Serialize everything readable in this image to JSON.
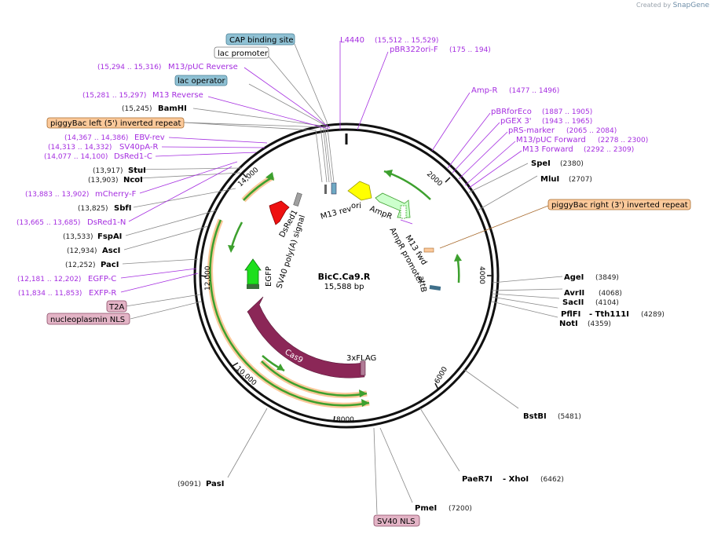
{
  "credit": {
    "prefix": "Created by",
    "brand": "SnapGene"
  },
  "plasmid": {
    "name": "BicC.Ca9.R",
    "length": "15,588 bp"
  },
  "ticks": [
    "2000",
    "4000",
    "6000",
    "8000",
    "10,000",
    "12,000",
    "14,000"
  ],
  "top_labels": {
    "l4440": "L4440",
    "l4440_pos": "(15,512 .. 15,529)",
    "pbr": "pBR322ori-F",
    "pbr_pos": "(175 .. 194)"
  },
  "left_labels": {
    "cap": "CAP binding site",
    "lacp": "lac promoter",
    "m13puc_rev": "M13/pUC Reverse",
    "m13puc_rev_pos": "(15,294 .. 15,316)",
    "lacop": "lac operator",
    "m13rev": "M13 Reverse",
    "m13rev_pos": "(15,281 .. 15,297)",
    "bamhi": "BamHI",
    "bamhi_pos": "(15,245)",
    "pbleft": "piggyBac left (5') inverted repeat",
    "ebv": "EBV-rev",
    "ebv_pos": "(14,367 .. 14,386)",
    "sv40pa": "SV40pA-R",
    "sv40pa_pos": "(14,313 .. 14,332)",
    "dsredc": "DsRed1-C",
    "dsredc_pos": "(14,077 .. 14,100)",
    "stui": "StuI",
    "stui_pos": "(13,917)",
    "ncoi": "NcoI",
    "ncoi_pos": "(13,903)",
    "mcherry": "mCherry-F",
    "mcherry_pos": "(13,883 .. 13,902)",
    "sbfi": "SbfI",
    "sbfi_pos": "(13,825)",
    "dsredn": "DsRed1-N",
    "dsredn_pos": "(13,665 .. 13,685)",
    "fspai": "FspAI",
    "fspai_pos": "(13,533)",
    "asci": "AscI",
    "asci_pos": "(12,934)",
    "paci": "PacI",
    "paci_pos": "(12,252)",
    "egfpc": "EGFP-C",
    "egfpc_pos": "(12,181 .. 12,202)",
    "exfpr": "EXFP-R",
    "exfpr_pos": "(11,834 .. 11,853)",
    "t2a": "T2A",
    "nls": "nucleoplasmin NLS",
    "pasi": "PasI",
    "pasi_pos": "(9091)"
  },
  "right_labels": {
    "ampr": "Amp-R",
    "ampr_pos": "(1477 .. 1496)",
    "pbrfor": "pBRforEco",
    "pbrfor_pos": "(1887 .. 1905)",
    "pgex": "pGEX 3'",
    "pgex_pos": "(1943 .. 1965)",
    "prs": "pRS-marker",
    "prs_pos": "(2065 .. 2084)",
    "m13pucf": "M13/pUC Forward",
    "m13pucf_pos": "(2278 .. 2300)",
    "m13f": "M13 Forward",
    "m13f_pos": "(2292 .. 2309)",
    "spei": "SpeI",
    "spei_pos": "(2380)",
    "mlui": "MluI",
    "mlui_pos": "(2707)",
    "pbright": "piggyBac right (3') inverted repeat",
    "agei": "AgeI",
    "agei_pos": "(3849)",
    "avrii": "AvrII",
    "avrii_pos": "(4068)",
    "sacii": "SacII",
    "sacii_pos": "(4104)",
    "pflfi": "PflFI",
    "tth": "- Tth111I",
    "pflfi_pos": "(4289)",
    "noti": "NotI",
    "noti_pos": "(4359)",
    "bstbi": "BstBI",
    "bstbi_pos": "(5481)",
    "paer7i": "PaeR7I",
    "xhoi": "- XhoI",
    "paer7i_pos": "(6462)",
    "pmei": "PmeI",
    "pmei_pos": "(7200)",
    "sv40nls": "SV40 NLS"
  },
  "inner_features": {
    "dsred1": "DsRed1",
    "sv40polya": "SV40 poly(A) signal",
    "egfp": "EGFP",
    "m13rev": "M13 rev",
    "ori": "ori",
    "ampr": "AmpR",
    "amprpromoter": "AmpR promoter",
    "m13fwd": "M13 fwd",
    "attb": "attB",
    "cas9": "Cas9",
    "flag": "3xFLAG"
  },
  "colors": {
    "primer": "#a52ee0",
    "cap_box": "#8fc1d4",
    "pb_box": "#fbc99a",
    "nls_box": "#e3b4c6",
    "cas9": "#8b2757",
    "egfp": "#1ddf1d",
    "dsred": "#ee1111",
    "ori": "#ffff00",
    "ampr": "#ccffcc",
    "orf": "#3da02e",
    "orf_halo": "#fbc99a"
  }
}
